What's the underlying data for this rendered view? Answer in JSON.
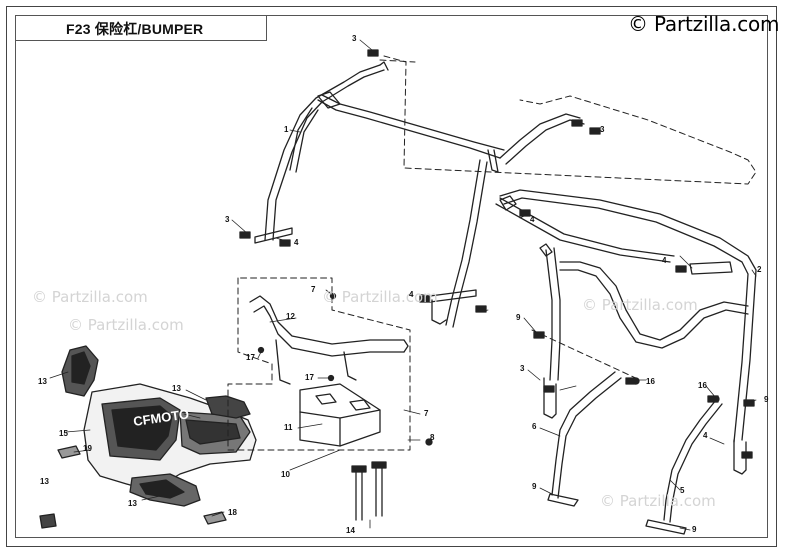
{
  "header": {
    "title": "F23 保险杠/BUMPER"
  },
  "watermark": {
    "text": "© Partzilla.com"
  },
  "callouts": {
    "c1": "1",
    "c2": "2",
    "c3a": "3",
    "c3b": "3",
    "c3c": "3",
    "c3d": "3",
    "c4a": "4",
    "c4b": "4",
    "c4c": "4",
    "c4d": "4",
    "c4e": "4",
    "c5": "5",
    "c6": "6",
    "c7a": "7",
    "c7b": "7",
    "c8": "8",
    "c9a": "9",
    "c9b": "9",
    "c9c": "9",
    "c9d": "9",
    "c10": "10",
    "c11": "11",
    "c12": "12",
    "c13a": "13",
    "c13b": "13",
    "c13c": "13",
    "c13d": "13",
    "c14": "14",
    "c15": "15",
    "c16a": "16",
    "c16b": "16",
    "c17a": "17",
    "c17b": "17",
    "c18": "18",
    "c19": "19"
  },
  "logo": {
    "brand_text": "CFMOTO"
  },
  "icons": {
    "bolt": "bolt-icon",
    "washer": "washer-icon",
    "copyright": "copyright-icon"
  },
  "colors": {
    "line": "#222222",
    "frame": "#444444",
    "background": "#ffffff",
    "shade": "#555555"
  }
}
